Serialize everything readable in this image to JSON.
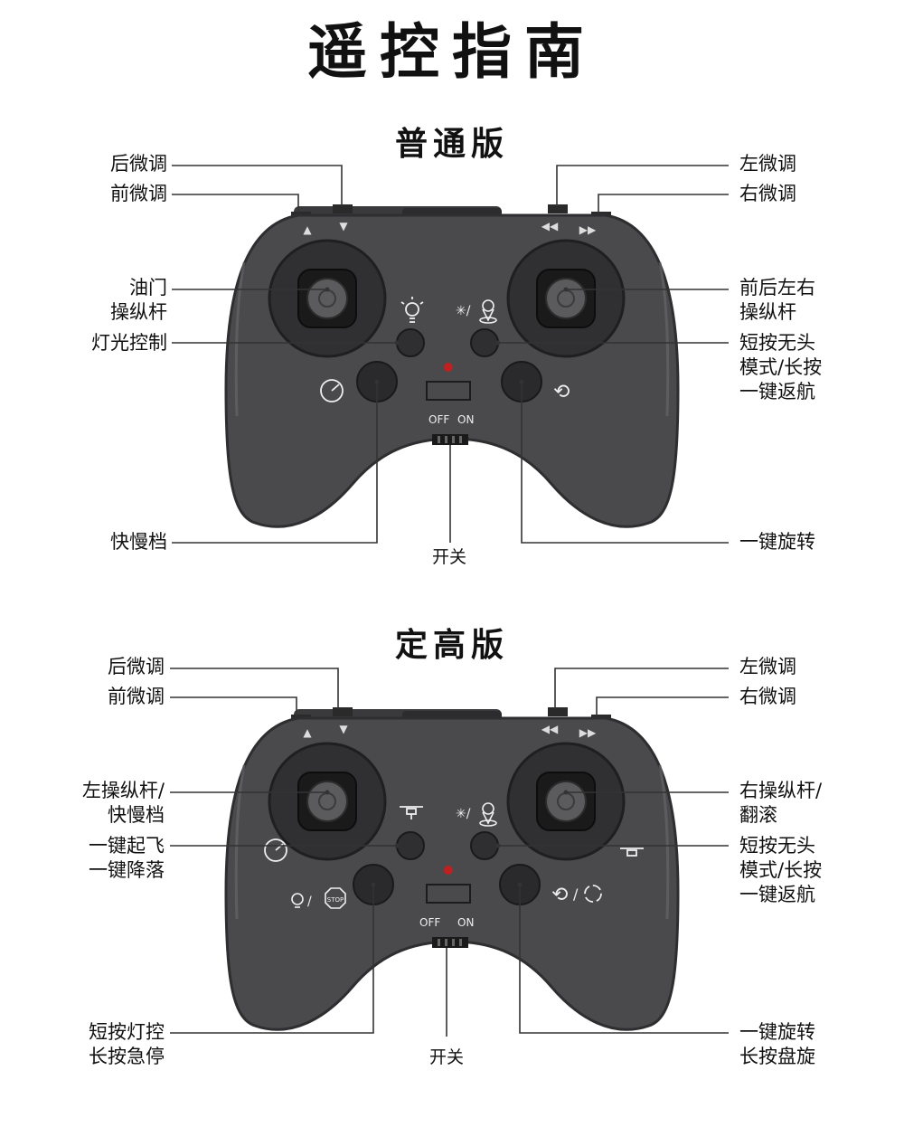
{
  "title": "遥控指南",
  "sections": [
    {
      "name": "普通版",
      "switch_off": "OFF",
      "switch_on": "ON",
      "labels": {
        "rear_trim": "后微调",
        "front_trim": "前微调",
        "left_trim": "左微调",
        "right_trim": "右微调",
        "throttle": [
          "油门",
          "操纵杆"
        ],
        "direction": [
          "前后左右",
          "操纵杆"
        ],
        "light": "灯光控制",
        "headless": [
          "短按无头",
          "模式/长按",
          "一键返航"
        ],
        "speed": "快慢档",
        "power": "开关",
        "rotate": [
          "一键旋转"
        ]
      },
      "icons": {
        "left_top": "bulb-icon",
        "right_top": "compass-location-icon",
        "left_bottom": "speedometer-icon",
        "right_bottom": "rotate-icon"
      }
    },
    {
      "name": "定高版",
      "switch_off": "OFF",
      "switch_on": "ON",
      "labels": {
        "rear_trim": "后微调",
        "front_trim": "前微调",
        "left_trim": "左微调",
        "right_trim": "右微调",
        "throttle": [
          "左操纵杆/",
          "快慢档"
        ],
        "direction": [
          "右操纵杆/",
          "翻滚"
        ],
        "light": "一键起飞\n一键降落",
        "headless": [
          "短按无头",
          "模式/长按",
          "一键返航"
        ],
        "speed": "短按灯控\n长按急停",
        "power": "开关",
        "rotate": [
          "一键旋转",
          "长按盘旋"
        ]
      },
      "icons": {
        "left_top": "drone-icon",
        "right_top": "compass-location-icon",
        "left_bottom": "bulb-stop-icon",
        "right_bottom": "rotate-circle-icon",
        "left_side": "speedometer-icon",
        "right_side": "drone-icon"
      }
    }
  ]
}
